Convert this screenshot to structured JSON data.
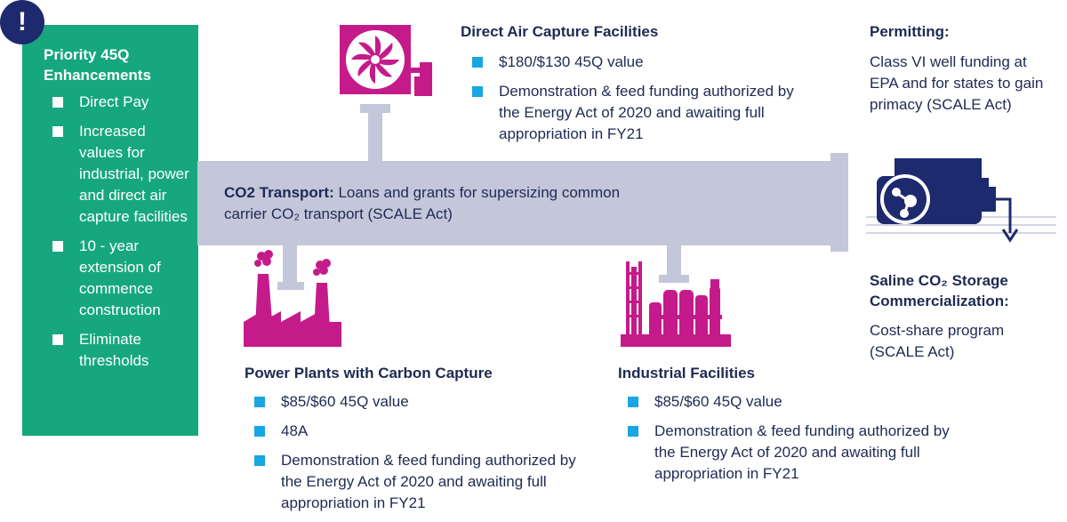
{
  "priority_panel": {
    "alert_symbol": "!",
    "title": "Priority 45Q Enhancements",
    "items": [
      "Direct Pay",
      "Increased values for industrial, power and direct air capture facilities",
      "10 - year extension of commence construction",
      "Eliminate thresholds"
    ]
  },
  "direct_air_capture": {
    "title": "Direct Air Capture Facilities",
    "items": [
      "$180/$130 45Q value",
      "Demonstration & feed funding authorized by the Energy Act of 2020 and awaiting full appropriation in FY21"
    ]
  },
  "permitting": {
    "title": "Permitting:",
    "text": "Class VI well funding at EPA and for states to gain primacy (SCALE Act)"
  },
  "transport": {
    "label": "CO2  Transport:",
    "text": " Loans and grants for supersizing common carrier CO₂ transport (SCALE Act)"
  },
  "saline_storage": {
    "title": "Saline CO₂  Storage Commercialization:",
    "text": "Cost-share program (SCALE Act)"
  },
  "power_plants": {
    "title": "Power Plants with Carbon Capture",
    "items": [
      "$85/$60 45Q value",
      "48A",
      "Demonstration & feed funding authorized by the Energy Act of 2020 and awaiting full appropriation in FY21"
    ]
  },
  "industrial": {
    "title": "Industrial Facilities",
    "items": [
      "$85/$60 45Q value",
      "Demonstration & feed funding authorized by the Energy Act of 2020 and awaiting full appropriation in FY21"
    ]
  },
  "colors": {
    "panel_green": "#16a77e",
    "navy": "#1e2a6e",
    "magenta": "#c51b8a",
    "pipe_gray": "#c4c7da",
    "bullet_blue": "#19a6e2"
  },
  "icons": [
    "alert-icon",
    "fan-icon",
    "power-plant-icon",
    "industrial-facility-icon",
    "storage-tank-icon",
    "down-arrow-icon"
  ]
}
